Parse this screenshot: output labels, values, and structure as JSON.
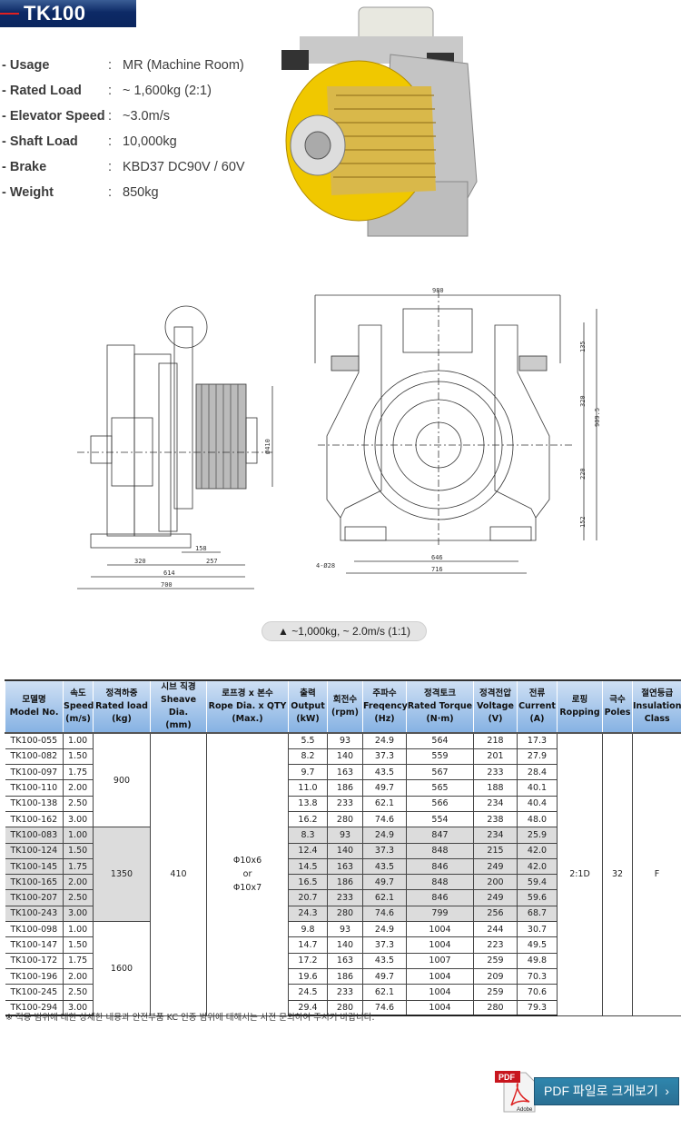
{
  "header": {
    "title": "TK100"
  },
  "specs": [
    {
      "label": "- Usage",
      "value": "MR (Machine Room)"
    },
    {
      "label": "- Rated Load",
      "value": "~ 1,600kg (2:1)"
    },
    {
      "label": "- Elevator Speed",
      "value": "~3.0m/s"
    },
    {
      "label": "- Shaft Load",
      "value": "10,000kg"
    },
    {
      "label": "- Brake",
      "value": "KBD37 DC90V / 60V"
    },
    {
      "label": "- Weight",
      "value": "850kg"
    }
  ],
  "colon": ":",
  "drawing": {
    "side": {
      "d410": "Ø410",
      "d158": "158",
      "d320": "320",
      "d257": "257",
      "d614": "614",
      "d700": "700"
    },
    "front": {
      "d980": "980",
      "d135": "135",
      "d320": "320",
      "d9095": "909.5",
      "d220": "220",
      "d152": "152",
      "d646": "646",
      "d716": "716",
      "holes": "4-Ø28"
    }
  },
  "caption": "▲ ~1,000kg, ~ 2.0m/s (1:1)",
  "table": {
    "headers": [
      [
        "모델명",
        "Model No."
      ],
      [
        "속도",
        "Speed",
        "(m/s)"
      ],
      [
        "정격하중",
        "Rated load",
        "(kg)"
      ],
      [
        "시브 직경",
        "Sheave Dia.",
        "(mm)"
      ],
      [
        "로프경 x 본수",
        "Rope Dia. x QTY",
        "(Max.)"
      ],
      [
        "출력",
        "Output",
        "(kW)"
      ],
      [
        "회전수",
        "(rpm)"
      ],
      [
        "주파수",
        "Freqency",
        "(Hz)"
      ],
      [
        "정격토크",
        "Rated Torque",
        "(N·m)"
      ],
      [
        "정격전압",
        "Voltage",
        "(V)"
      ],
      [
        "전류",
        "Current",
        "(A)"
      ],
      [
        "로핑",
        "Ropping"
      ],
      [
        "극수",
        "Poles"
      ],
      [
        "절연등급",
        "Insulation",
        "Class"
      ]
    ],
    "sheave": "410",
    "rope": [
      "Φ10x6",
      "or",
      "Φ10x7"
    ],
    "ropping": "2:1D",
    "poles": "32",
    "insulation": "F",
    "groups": [
      {
        "load": "900",
        "rows": [
          [
            "TK100-055",
            "1.00",
            "5.5",
            "93",
            "24.9",
            "564",
            "218",
            "17.3"
          ],
          [
            "TK100-082",
            "1.50",
            "8.2",
            "140",
            "37.3",
            "559",
            "201",
            "27.9"
          ],
          [
            "TK100-097",
            "1.75",
            "9.7",
            "163",
            "43.5",
            "567",
            "233",
            "28.4"
          ],
          [
            "TK100-110",
            "2.00",
            "11.0",
            "186",
            "49.7",
            "565",
            "188",
            "40.1"
          ],
          [
            "TK100-138",
            "2.50",
            "13.8",
            "233",
            "62.1",
            "566",
            "234",
            "40.4"
          ],
          [
            "TK100-162",
            "3.00",
            "16.2",
            "280",
            "74.6",
            "554",
            "238",
            "48.0"
          ]
        ]
      },
      {
        "load": "1350",
        "rows": [
          [
            "TK100-083",
            "1.00",
            "8.3",
            "93",
            "24.9",
            "847",
            "234",
            "25.9"
          ],
          [
            "TK100-124",
            "1.50",
            "12.4",
            "140",
            "37.3",
            "848",
            "215",
            "42.0"
          ],
          [
            "TK100-145",
            "1.75",
            "14.5",
            "163",
            "43.5",
            "846",
            "249",
            "42.0"
          ],
          [
            "TK100-165",
            "2.00",
            "16.5",
            "186",
            "49.7",
            "848",
            "200",
            "59.4"
          ],
          [
            "TK100-207",
            "2.50",
            "20.7",
            "233",
            "62.1",
            "846",
            "249",
            "59.6"
          ],
          [
            "TK100-243",
            "3.00",
            "24.3",
            "280",
            "74.6",
            "799",
            "256",
            "68.7"
          ]
        ]
      },
      {
        "load": "1600",
        "rows": [
          [
            "TK100-098",
            "1.00",
            "9.8",
            "93",
            "24.9",
            "1004",
            "244",
            "30.7"
          ],
          [
            "TK100-147",
            "1.50",
            "14.7",
            "140",
            "37.3",
            "1004",
            "223",
            "49.5"
          ],
          [
            "TK100-172",
            "1.75",
            "17.2",
            "163",
            "43.5",
            "1007",
            "259",
            "49.8"
          ],
          [
            "TK100-196",
            "2.00",
            "19.6",
            "186",
            "49.7",
            "1004",
            "209",
            "70.3"
          ],
          [
            "TK100-245",
            "2.50",
            "24.5",
            "233",
            "62.1",
            "1004",
            "259",
            "70.6"
          ],
          [
            "TK100-294",
            "3.00",
            "29.4",
            "280",
            "74.6",
            "1004",
            "280",
            "79.3"
          ]
        ]
      }
    ]
  },
  "note": "※ 적용 범위에 대한 상세한 내용과 안전부품 KC 인증 범위에 대해서는 사전 문의하여 주시기 바랍니다.",
  "pdf": {
    "icon_label": "PDF",
    "icon_brand": "Adobe",
    "button": "PDF 파일로 크게보기",
    "arrow": "›"
  }
}
